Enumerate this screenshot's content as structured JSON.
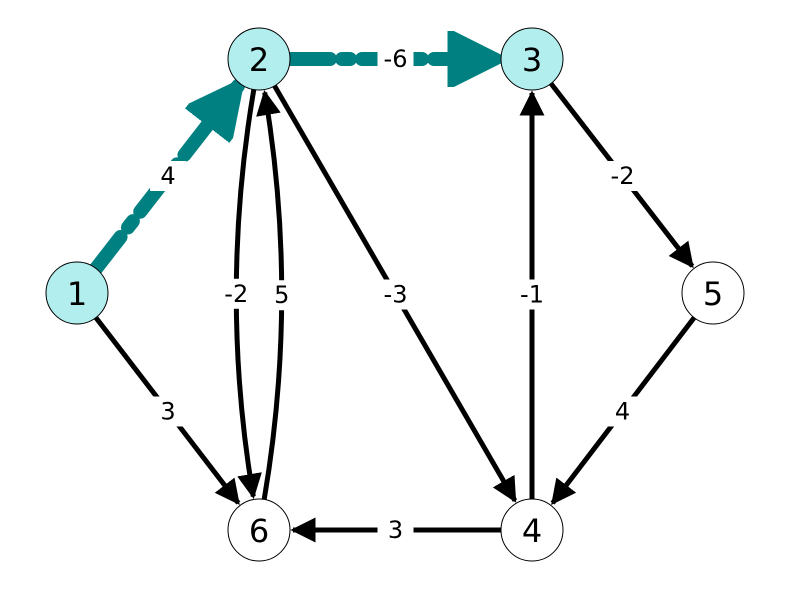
{
  "colors": {
    "highlight_edge": "#008080",
    "highlight_node": "#b2eeee",
    "node": "#ffffff",
    "edge": "#000000"
  },
  "graph": {
    "nodes": [
      {
        "id": "1",
        "label": "1",
        "highlighted": true
      },
      {
        "id": "2",
        "label": "2",
        "highlighted": true
      },
      {
        "id": "3",
        "label": "3",
        "highlighted": true
      },
      {
        "id": "4",
        "label": "4",
        "highlighted": false
      },
      {
        "id": "5",
        "label": "5",
        "highlighted": false
      },
      {
        "id": "6",
        "label": "6",
        "highlighted": false
      }
    ],
    "edges": [
      {
        "from": "1",
        "to": "2",
        "weight": "4",
        "highlighted": true
      },
      {
        "from": "2",
        "to": "3",
        "weight": "-6",
        "highlighted": true
      },
      {
        "from": "1",
        "to": "6",
        "weight": "3",
        "highlighted": false
      },
      {
        "from": "2",
        "to": "6",
        "weight": "-2",
        "highlighted": false
      },
      {
        "from": "6",
        "to": "2",
        "weight": "5",
        "highlighted": false
      },
      {
        "from": "2",
        "to": "4",
        "weight": "-3",
        "highlighted": false
      },
      {
        "from": "3",
        "to": "5",
        "weight": "-2",
        "highlighted": false
      },
      {
        "from": "4",
        "to": "3",
        "weight": "-1",
        "highlighted": false
      },
      {
        "from": "5",
        "to": "4",
        "weight": "4",
        "highlighted": false
      },
      {
        "from": "4",
        "to": "6",
        "weight": "3",
        "highlighted": false
      }
    ]
  }
}
